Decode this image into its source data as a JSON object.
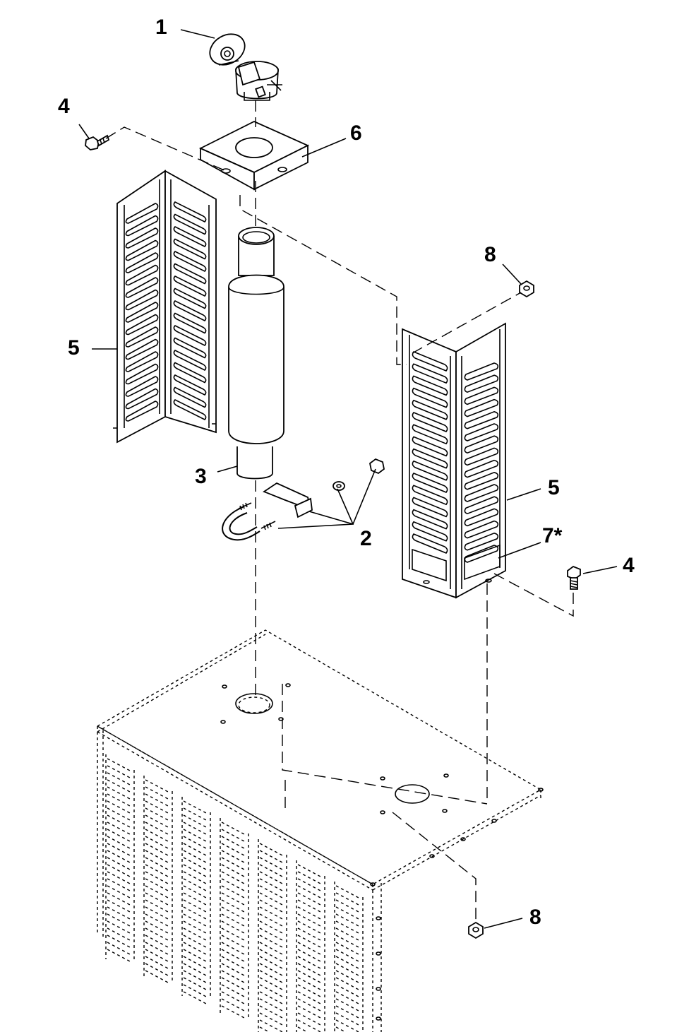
{
  "callouts": {
    "c1": "1",
    "c4_top": "4",
    "c6": "6",
    "c5_left": "5",
    "c8_top": "8",
    "c3": "3",
    "c2": "2",
    "c5_right": "5",
    "c7": "7*",
    "c4_right": "4",
    "c8_bottom": "8"
  }
}
